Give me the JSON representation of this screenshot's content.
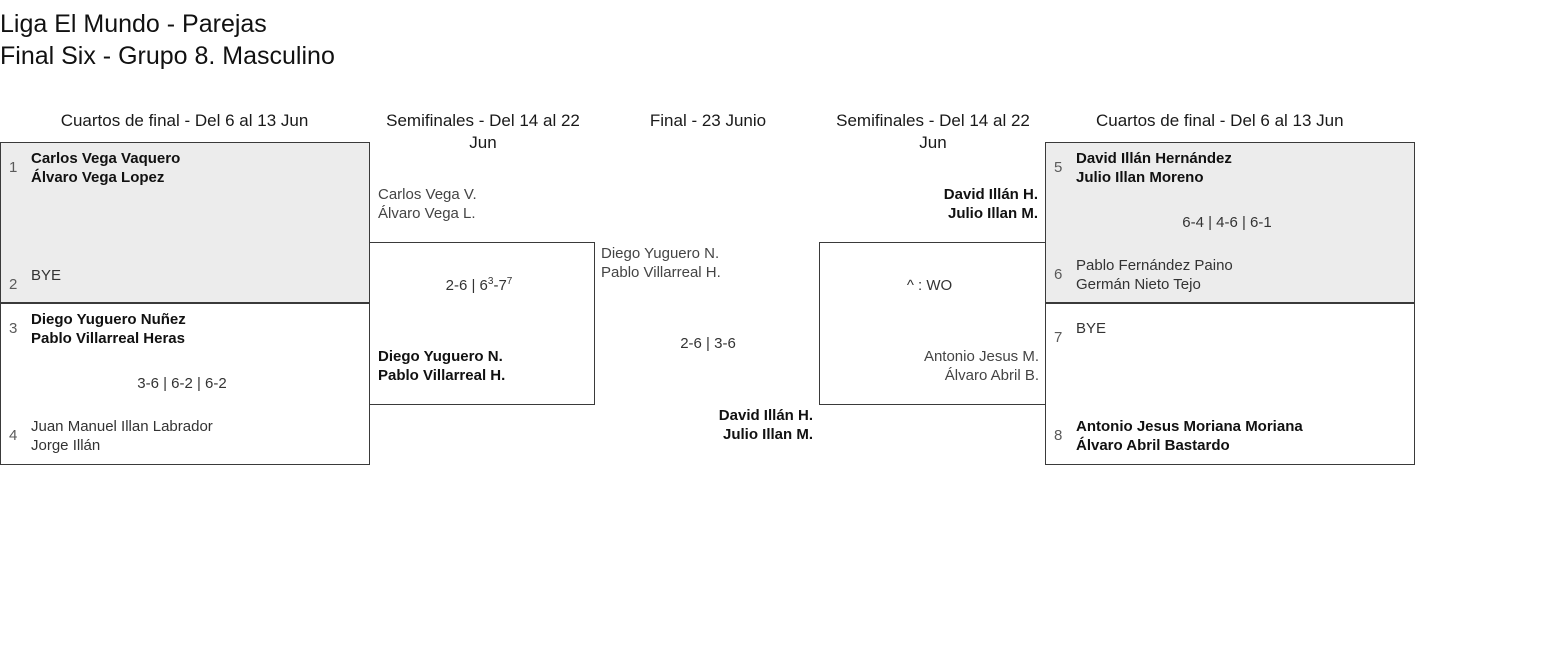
{
  "title": {
    "line1": "Liga El Mundo - Parejas",
    "line2": "Final Six - Grupo 8. Masculino"
  },
  "colors": {
    "box_border": "#3a3a3a",
    "box_shaded_bg": "#ececec",
    "box_bg": "#ffffff",
    "text": "#333333",
    "seed_text": "#5a5a5a",
    "page_bg": "#ffffff"
  },
  "rounds": [
    {
      "id": "qf-left",
      "label": "Cuartos de final - Del 6 al 13 Jun"
    },
    {
      "id": "sf-left",
      "label": "Semifinales - Del 14 al 22 Jun"
    },
    {
      "id": "final",
      "label": "Final - 23 Junio"
    },
    {
      "id": "sf-right",
      "label": "Semifinales - Del 14 al 22 Jun"
    },
    {
      "id": "qf-right",
      "label": "Cuartos de final - Del 6 al 13 Jun"
    }
  ],
  "quarterfinals_left": [
    {
      "seed": "1",
      "player1": "Carlos Vega Vaquero",
      "player2": "Álvaro Vega Lopez",
      "winner": true
    },
    {
      "seed": "2",
      "player1": "BYE",
      "player2": "",
      "winner": false
    },
    {
      "seed": "3",
      "player1": "Diego Yuguero Nuñez",
      "player2": "Pablo Villarreal Heras",
      "winner": true
    },
    {
      "seed": "4",
      "player1": "Juan Manuel Illan Labrador",
      "player2": "Jorge Illán",
      "winner": false
    }
  ],
  "quarterfinals_left_scores": [
    {
      "match": "1v2",
      "score": ""
    },
    {
      "match": "3v4",
      "score": "3-6 | 6-2 | 6-2"
    }
  ],
  "quarterfinals_right": [
    {
      "seed": "5",
      "player1": "David Illán Hernández",
      "player2": "Julio Illan Moreno",
      "winner": true
    },
    {
      "seed": "6",
      "player1": "Pablo Fernández Paino",
      "player2": "Germán Nieto Tejo",
      "winner": false
    },
    {
      "seed": "7",
      "player1": "BYE",
      "player2": "",
      "winner": false
    },
    {
      "seed": "8",
      "player1": "Antonio Jesus Moriana Moriana",
      "player2": "Álvaro Abril Bastardo",
      "winner": true
    }
  ],
  "quarterfinals_right_scores": [
    {
      "match": "5v6",
      "score_prefix": "6-4 | 4-6 | 6-1"
    },
    {
      "match": "7v8",
      "score_prefix": ""
    }
  ],
  "semifinal_left": {
    "top_team": {
      "player1": "Carlos Vega V.",
      "player2": "Álvaro Vega L.",
      "winner": false
    },
    "bottom_team": {
      "player1": "Diego Yuguero N.",
      "player2": "Pablo Villarreal H.",
      "winner": true
    },
    "score_set1": "2-6",
    "score_set2_a": "6",
    "score_set2_a_sup": "3",
    "score_set2_b": "7",
    "score_set2_b_sup": "7",
    "score_separator": " | ",
    "score_joiner": "-"
  },
  "semifinal_right": {
    "top_team": {
      "player1": "David Illán H.",
      "player2": "Julio Illan M.",
      "winner": true
    },
    "bottom_team": {
      "player1": "Antonio Jesus M.",
      "player2": "Álvaro Abril B.",
      "winner": false
    },
    "score": "^ : WO"
  },
  "final": {
    "top_team": {
      "player1": "Diego Yuguero N.",
      "player2": "Pablo Villarreal H.",
      "winner": false
    },
    "bottom_team": {
      "player1": "David Illán H.",
      "player2": "Julio Illan M.",
      "winner": true
    },
    "score": "2-6 | 3-6"
  }
}
